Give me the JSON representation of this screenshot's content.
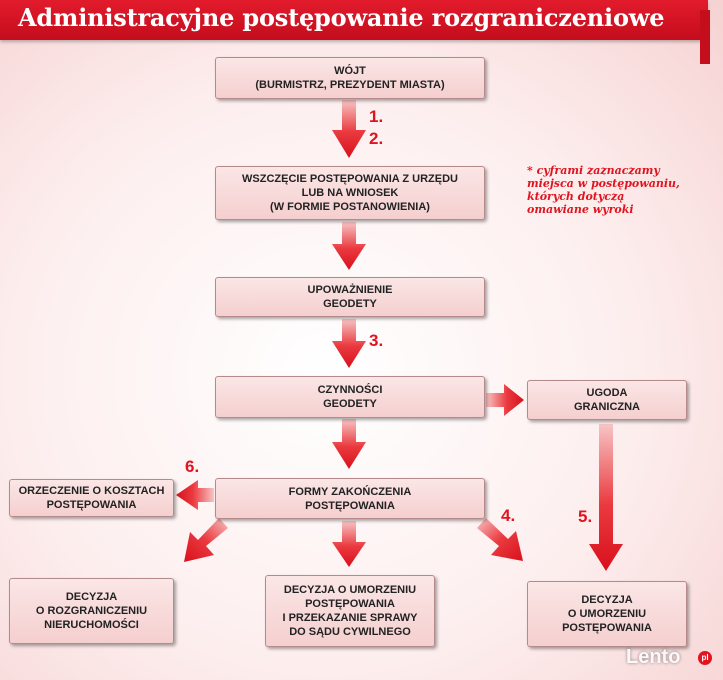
{
  "title": "Administracyjne postępowanie rozgraniczeniowe",
  "colors": {
    "accent": "#e0141f",
    "box_fill": "#f8dada",
    "title_bar": "#d8162a"
  },
  "boxes": {
    "wojt": [
      "Wójt",
      "(burmistrz, prezydent miasta)"
    ],
    "wszczecie": [
      "Wszczęcie postępowania z urzędu",
      "lub na wniosek",
      "(w formie postanowienia)"
    ],
    "upowaznienie": [
      "Upoważnienie",
      "geodety"
    ],
    "czynnosci": [
      "Czynności",
      "geodety"
    ],
    "ugoda": [
      "Ugoda",
      "graniczna"
    ],
    "formy": [
      "Formy zakończenia",
      "postępowania"
    ],
    "orzeczenie": [
      "Orzeczenie o kosztach",
      "postępowania"
    ],
    "decyzja_rozgraniczenie": [
      "Decyzja",
      "o rozgraniczeniu",
      "nieruchomości"
    ],
    "decyzja_sad": [
      "Decyzja o umorzeniu",
      "postępowania",
      "i przekazanie sprawy",
      "do sądu cywilnego"
    ],
    "decyzja_umorzenie": [
      "Decyzja",
      "o umorzeniu",
      "postępowania"
    ]
  },
  "markers": {
    "m1": "1.",
    "m2": "2.",
    "m3": "3.",
    "m4": "4.",
    "m5": "5.",
    "m6": "6."
  },
  "note": [
    "* cyframi zaznaczamy",
    "miejsca w postępowaniu,",
    "których dotyczą",
    "omawiane wyroki"
  ],
  "watermark": {
    "brand": "Lento",
    "badge": "pl"
  }
}
